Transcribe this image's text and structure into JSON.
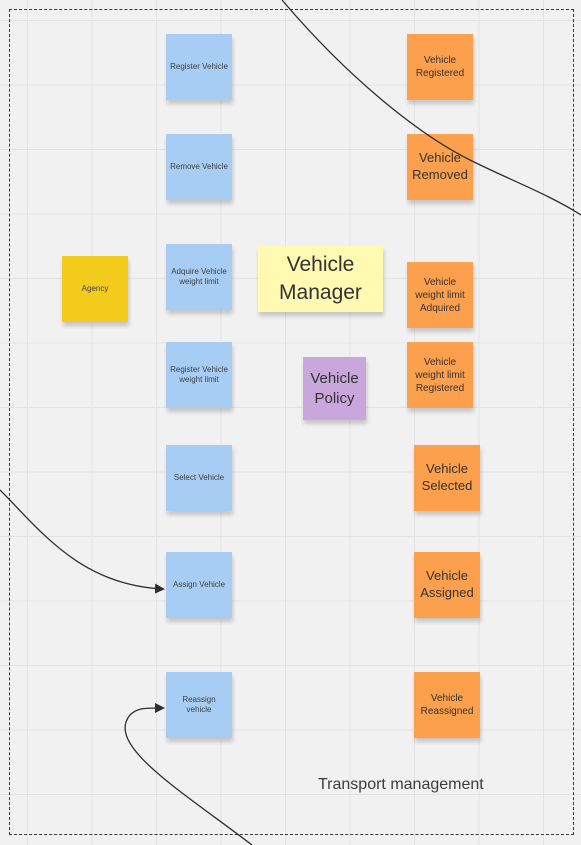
{
  "frame": {
    "title": "Transport management"
  },
  "commands": {
    "register_vehicle": "Register Vehicle",
    "remove_vehicle": "Remove Vehicle",
    "acquire_weight_limit": "Adquire Vehicle weight limit",
    "register_weight_limit": "Register Vehicle weight limit",
    "select_vehicle": "Select Vehicle",
    "assign_vehicle": "Assign Vehicle",
    "reassign_vehicle": "Reassign vehicle"
  },
  "events": {
    "vehicle_registered": "Vehicle Registered",
    "vehicle_removed": "Vehicle Removed",
    "weight_limit_acquired": "Vehicle weight limit Adquired",
    "weight_limit_registered": "Vehicle weight limit Registered",
    "vehicle_selected": "Vehicle Selected",
    "vehicle_assigned": "Vehicle Assigned",
    "vehicle_reassigned": "Vehicle Reassigned"
  },
  "actor": {
    "label": "Agency"
  },
  "aggregate": {
    "label": "Vehicle Manager"
  },
  "policy": {
    "label": "Vehicle Policy"
  },
  "colors": {
    "command": "#a8cdf4",
    "event": "#fca04d",
    "actor": "#f3cc1e",
    "aggregate": "#fff9b2",
    "policy": "#c9a6dc"
  }
}
